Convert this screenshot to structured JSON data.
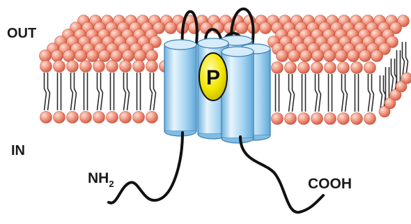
{
  "labels": {
    "out": "OUT",
    "in": "IN",
    "n_terminus": "NH",
    "n_terminus_subscript": "2",
    "c_terminus": "COOH",
    "binding_site": "P"
  },
  "colors": {
    "lipid_head": "#f0907a",
    "lipid_head_dark": "#c8533e",
    "lipid_tail": "#2b2b2b",
    "helix_light": "#d6ecfa",
    "helix_mid": "#9ed0f0",
    "helix_dark": "#5fa8d8",
    "ligand": "#f2e600",
    "chain": "#111111"
  },
  "icons": {
    "membrane": "lipid-bilayer",
    "protein": "transmembrane-helix-bundle",
    "ligand": "ligand-oval"
  }
}
